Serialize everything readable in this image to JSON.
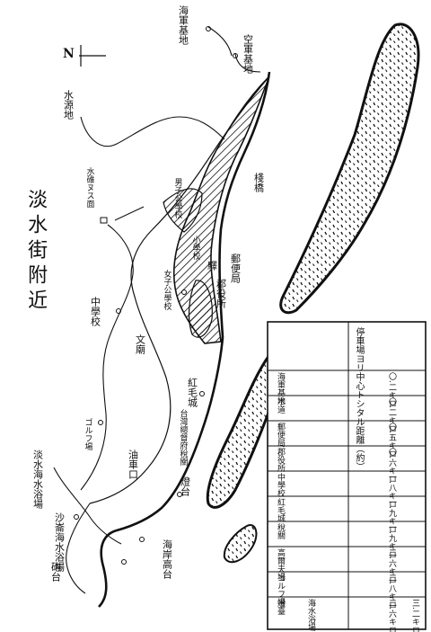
{
  "map_title": "淡水街附近",
  "north_label": "N",
  "places": {
    "navy_base_1": "海軍基地",
    "navy_base_2": "空軍基地",
    "water_source": "水源地",
    "tamsui_slope": "水碓ヌス面",
    "boys_school": "男子公學校",
    "pier": "棧橋",
    "primary_school": "小學校",
    "station": "驛",
    "post_office": "郵便局",
    "girls_school": "女子公學校",
    "district_office": "郡役所",
    "middle_school": "中學校",
    "hospital": "紅毛城",
    "temple": "文廟",
    "golf_course": "ゴルフ場",
    "customs": "台灣總督府稅關",
    "lighthouse_village": "油車口",
    "beach_1": "淡水海水浴場",
    "beach_2": "沙崙海水浴場",
    "lighthouse": "燈台",
    "fort": "砲台",
    "guard_hill": "海岸高台"
  },
  "table": {
    "header_col": [
      "停車場ヨリ中心トシタル距離（約）"
    ],
    "rows": [
      {
        "name": "海軍基地",
        "dist": "〇.二キロ"
      },
      {
        "name": "水道",
        "dist": "〇.二キロ"
      },
      {
        "name": "郵便局",
        "dist": "〇.五キロ"
      },
      {
        "name": "郡役所",
        "dist": "〇.六キロ"
      },
      {
        "name": "中學校",
        "dist": "一.八キロ"
      },
      {
        "name": "紅毛城",
        "dist": "一.九キロ"
      },
      {
        "name": "稅關",
        "dist": "一.九キロ"
      },
      {
        "name": "高爾夫場",
        "dist": "二.六キロ"
      },
      {
        "name": "ゴルフ場",
        "dist": "二.八キロ"
      },
      {
        "name": "燈臺",
        "dist": "二.六キロ"
      },
      {
        "name": "海水浴場",
        "dist": "三.二キロ"
      }
    ]
  }
}
